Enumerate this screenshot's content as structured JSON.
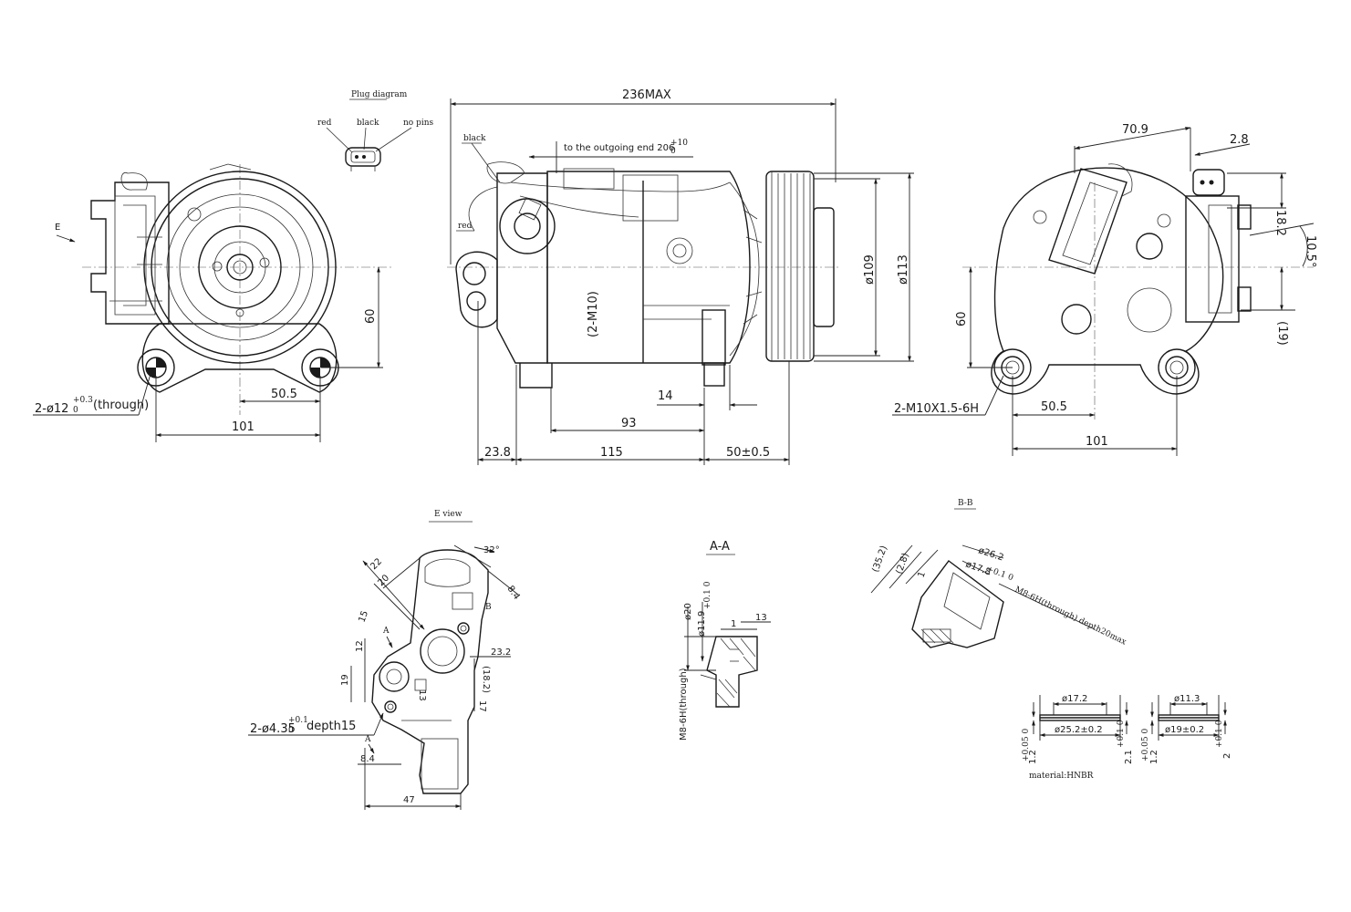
{
  "plug_diagram": {
    "title": "Plug diagram",
    "red": "red",
    "black": "black",
    "no_pins": "no pins"
  },
  "front_view": {
    "label_e": "E",
    "dim_60": "60",
    "dim_50_5": "50.5",
    "dim_101": "101",
    "hole_note": "2-ø12",
    "hole_tol_upper": "+0.3",
    "hole_tol_lower": "0",
    "hole_note_suffix": "(through)"
  },
  "side_view": {
    "dim_236max": "236MAX",
    "outgoing_end": "to the outgoing end 206",
    "outgoing_tol_upper": "+10",
    "outgoing_tol_lower": "0",
    "wire_black": "black",
    "wire_red": "red",
    "thread_2m10": "(2-M10)",
    "dia_109": "ø109",
    "dia_113": "ø113",
    "dim_14": "14",
    "dim_93": "93",
    "dim_23_8": "23.8",
    "dim_115": "115",
    "dim_50_05": "50±0.5"
  },
  "rear_view": {
    "dim_70_9": "70.9",
    "dim_2_8": "2.8",
    "dim_18_2": "18.2",
    "dim_10_5": "10.5°",
    "dim_19": "(19)",
    "dim_60": "60",
    "thread_note": "2-M10X1.5-6H",
    "dim_50_5": "50.5",
    "dim_101": "101"
  },
  "e_view": {
    "title": "E view",
    "dim_32": "32°",
    "dim_8_4_top": "8.4",
    "label_b": "B",
    "dim_22": "22",
    "dim_20": "20",
    "dim_15": "15",
    "label_a_top": "A",
    "dim_12": "12",
    "dim_23_2": "23.2",
    "dim_19": "19",
    "dim_18_2": "(18.2)",
    "dim_13": "13",
    "dim_17": "17",
    "hole_note": "2-ø4.35",
    "hole_tol_upper": "+0.1",
    "hole_tol_lower": "0",
    "hole_depth": "depth15",
    "label_a_bottom": "A",
    "dim_8_4_bottom": "8.4",
    "dim_47": "47"
  },
  "section_aa": {
    "title": "A-A",
    "dia_20": "ø20",
    "dia_11_9": "ø11.9",
    "dia_11_9_tol": "+0.1 0",
    "dim_1": "1",
    "dim_13": "13",
    "thread": "M8-6H(through)"
  },
  "section_bb": {
    "title": "B-B",
    "dim_35_2": "(35.2)",
    "dim_2_8": "(2.8)",
    "dim_1": "1",
    "dia_26_2": "ø26.2",
    "dia_17_8": "ø17.8",
    "dia_17_8_tol": "+0.1 0",
    "thread": "M8-6H(through) depth20max"
  },
  "seals": {
    "left": {
      "inner": "ø17.2",
      "outer": "ø25.2±0.2",
      "h1": "1.2",
      "h1_tol": "+0.05 0",
      "h2": "2.1",
      "h2_tol": "+0.1 0"
    },
    "right": {
      "inner": "ø11.3",
      "outer": "ø19±0.2",
      "h1": "1.2",
      "h1_tol": "+0.05 0",
      "h2": "2",
      "h2_tol": "+0.1 0"
    },
    "material": "material:HNBR"
  }
}
